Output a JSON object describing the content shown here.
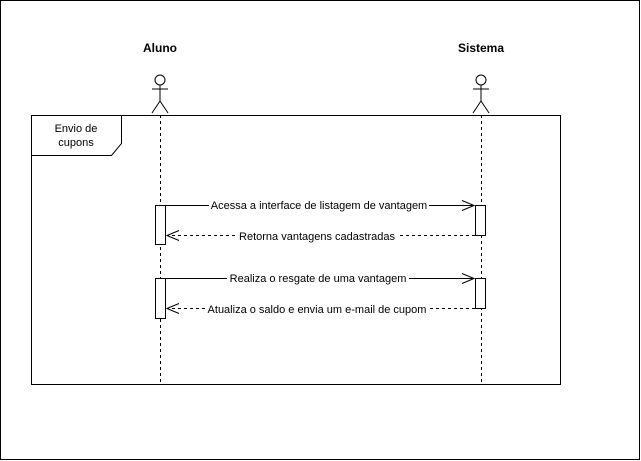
{
  "actors": [
    {
      "name": "Aluno"
    },
    {
      "name": "Sistema"
    }
  ],
  "frame": {
    "label_line1": "Envio de",
    "label_line2": "cupons"
  },
  "messages": [
    {
      "text": "Acessa a interface de listagem de vantagem",
      "kind": "sync"
    },
    {
      "text": "Retorna vantagens cadastradas",
      "kind": "return"
    },
    {
      "text": "Realiza o resgate de uma vantagem",
      "kind": "sync"
    },
    {
      "text": "Atualiza o saldo e envia um e-mail de cupom",
      "kind": "return"
    }
  ]
}
